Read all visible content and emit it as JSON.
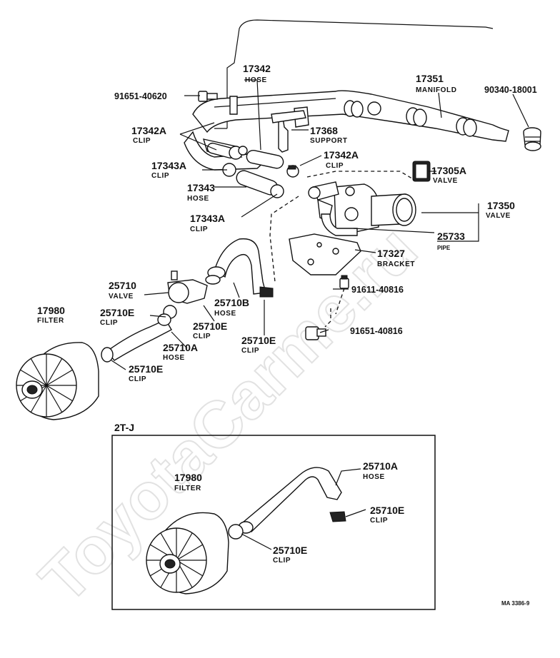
{
  "watermark": "ToyotaCarme.ru",
  "inset_title": "2T-J",
  "figure_code": "MA 3386-9",
  "labels": {
    "l17342": {
      "num": "17342",
      "sub": "HOSE"
    },
    "l91651_40620": {
      "num": "91651-40620"
    },
    "l17351": {
      "num": "17351",
      "sub": "MANIFOLD"
    },
    "l90340": {
      "num": "90340-18001"
    },
    "l17342A_1": {
      "num": "17342A",
      "sub": "CLIP"
    },
    "l17368": {
      "num": "17368",
      "sub": "SUPPORT"
    },
    "l17342A_2": {
      "num": "17342A",
      "sub": "CLIP"
    },
    "l17343A_1": {
      "num": "17343A",
      "sub": "CLIP"
    },
    "l17305A": {
      "num": "17305A",
      "sub": "VALVE"
    },
    "l17343": {
      "num": "17343",
      "sub": "HOSE"
    },
    "l17350": {
      "num": "17350",
      "sub": "VALVE"
    },
    "l17343A_2": {
      "num": "17343A",
      "sub": "CLIP"
    },
    "l25733": {
      "num": "25733",
      "sub": "PIPE"
    },
    "l17327": {
      "num": "17327",
      "sub": "BRACKET"
    },
    "l25710": {
      "num": "25710",
      "sub": "VALVE"
    },
    "l91611": {
      "num": "91611-40816"
    },
    "l17980": {
      "num": "17980",
      "sub": "FILTER"
    },
    "l25710B": {
      "num": "25710B",
      "sub": "HOSE"
    },
    "l25710E_1": {
      "num": "25710E",
      "sub": "CLIP"
    },
    "l25710E_2": {
      "num": "25710E",
      "sub": "CLIP"
    },
    "l91651_40816": {
      "num": "91651-40816"
    },
    "l25710E_3": {
      "num": "25710E",
      "sub": "CLIP"
    },
    "l25710A": {
      "num": "25710A",
      "sub": "HOSE"
    },
    "l25710E_4": {
      "num": "25710E",
      "sub": "CLIP"
    },
    "i17980": {
      "num": "17980",
      "sub": "FILTER"
    },
    "i25710A": {
      "num": "25710A",
      "sub": "HOSE"
    },
    "i25710E_1": {
      "num": "25710E",
      "sub": "CLIP"
    },
    "i25710E_2": {
      "num": "25710E",
      "sub": "CLIP"
    }
  }
}
